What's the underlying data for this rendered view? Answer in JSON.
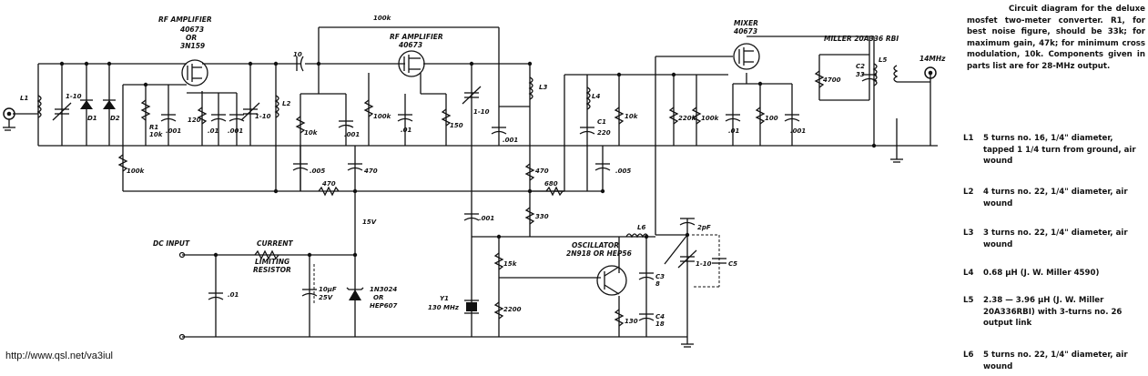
{
  "caption": "Circuit diagram for the deluxe mosfet two-meter converter. R1, for best noise figure, should be 33k; for maximum gain, 47k; for minimum cross modulation, 10k. Components given in parts list are for 28-MHz output.",
  "parts": [
    {
      "id": "L1",
      "desc": "5 turns no. 16, 1/4\" diameter, tapped 1 1/4 turn from ground, air wound"
    },
    {
      "id": "L2",
      "desc": "4 turns no. 22, 1/4\" diameter, air wound"
    },
    {
      "id": "L3",
      "desc": "3 turns no. 22, 1/4\" diameter, air wound"
    },
    {
      "id": "L4",
      "desc": "0.68 µH (J. W. Miller 4590)"
    },
    {
      "id": "L5",
      "desc": "2.38 — 3.96 µH (J. W. Miller 20A336RBI) with 3-turns no. 26 output link"
    },
    {
      "id": "L6",
      "desc": "5 turns no. 22, 1/4\" diameter, air wound"
    }
  ],
  "source_url": "http://www.qsl.net/va3iul",
  "labels": {
    "rf_amp1_title": "RF AMPLIFIER",
    "rf_amp1_part": "40673",
    "rf_amp1_or": "OR",
    "rf_amp1_alt": "3N159",
    "rf_amp2_title": "RF AMPLIFIER",
    "rf_amp2_part": "40673",
    "mixer_title": "MIXER",
    "mixer_part": "40673",
    "miller_coil": "MILLER 20A336 RBI",
    "out_freq": "14MHz",
    "osc_title": "OSCILLATOR",
    "osc_part": "2N918 OR HEP56",
    "dc_input": "DC INPUT",
    "current_limit_1": "CURRENT",
    "current_limit_2": "LIMITING",
    "current_limit_3": "RESISTOR",
    "zener_1": "1N3024",
    "zener_2": "OR",
    "zener_3": "HEP607",
    "v15": "15V",
    "xtal_1": "Y1",
    "xtal_2": "130 MHz",
    "L1": "L1",
    "L2": "L2",
    "L3": "L3",
    "L4": "L4",
    "L5": "L5",
    "L6": "L6",
    "D1": "D1",
    "D2": "D2",
    "C1": "C1",
    "C1v": "220",
    "C2": "C2",
    "C2v": "33",
    "C3": "C3",
    "C3v": "8",
    "C4": "C4",
    "C4v": "18",
    "C5": "C5",
    "R1": "R1",
    "R1v": "10k",
    "trim_1_10": "1-10",
    "cap_001": ".001",
    "cap_01": ".01",
    "cap_005": ".005",
    "cap_10": "10",
    "cap_470": "470",
    "cap_10uf": "10µF",
    "cap_25v": "25V",
    "cap_2pf": "2pF",
    "res_100k": "100k",
    "res_120": "120",
    "res_10k": "10k",
    "res_150": "150",
    "res_220k": "220k",
    "res_100": "100",
    "res_4700": "4700",
    "res_470": "470",
    "res_680": "680",
    "res_330": "330",
    "res_15k": "15k",
    "res_2200": "2200",
    "res_130": "130"
  }
}
